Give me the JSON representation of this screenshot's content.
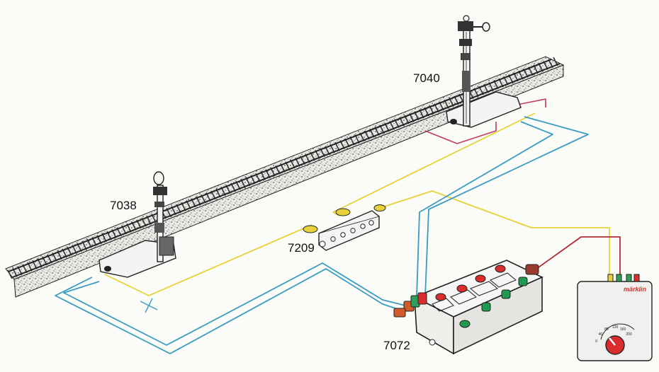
{
  "labels": {
    "signal_right": "7040",
    "signal_left": "7038",
    "distribution_strip": "7209",
    "control_box": "7072"
  },
  "transformer": {
    "brand": "märklin",
    "dial_scale": [
      "0",
      "40",
      "80",
      "120",
      "160",
      "200"
    ]
  },
  "colors": {
    "yellow_wire": "#e8d23a",
    "blue_wire": "#3a9cc4",
    "red_wire": "#b02a34",
    "magenta_wire": "#c23a6a",
    "button_red": "#d92c2c",
    "button_green": "#1f9a4e"
  }
}
